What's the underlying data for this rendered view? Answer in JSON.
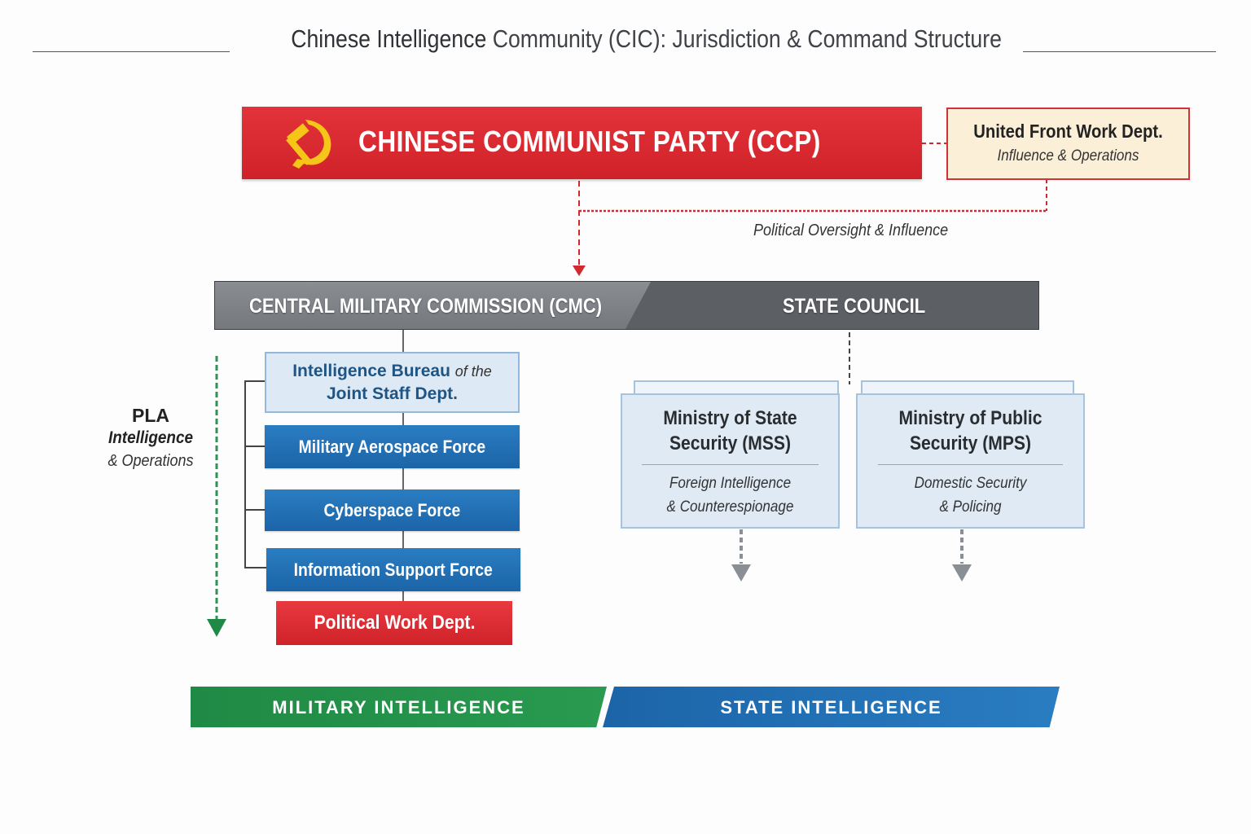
{
  "title": {
    "bold": "Chinese Intelligence",
    "rest": " Community (CIC): Jurisdiction & Command Structure"
  },
  "ccp": {
    "label": "CHINESE COMMUNIST PARTY (CCP)",
    "icon": "hammer-sickle-icon"
  },
  "ufwd": {
    "name": "United Front Work Dept.",
    "subtitle": "Influence & Operations"
  },
  "oversight_label": "Political Oversight & Influence",
  "government": {
    "cmc": "CENTRAL MILITARY COMMISSION (CMC)",
    "state_council": "STATE COUNCIL"
  },
  "pla_label": {
    "line1": "PLA",
    "line2": "Intelligence",
    "line3": "& Operations"
  },
  "military_units": {
    "intel_bureau": {
      "name": "Intelligence Bureau",
      "of": "of the",
      "line2": "Joint Staff Dept."
    },
    "aerospace": "Military Aerospace Force",
    "cyberspace": "Cyberspace Force",
    "info_support": "Information Support Force",
    "political_work": "Political Work Dept."
  },
  "ministries": [
    {
      "name1": "Ministry of State",
      "name2": "Security (MSS)",
      "desc1": "Foreign Intelligence",
      "desc2": "& Counterespionage"
    },
    {
      "name1": "Ministry of Public",
      "name2": "Security (MPS)",
      "desc1": "Domestic Security",
      "desc2": "& Policing"
    }
  ],
  "bottom": {
    "military": "MILITARY INTELLIGENCE",
    "state": "STATE INTELLIGENCE"
  },
  "colors": {
    "red": "#d8262d",
    "blue": "#1f6db0",
    "green": "#1f8a45",
    "gray": "#5c5f64"
  }
}
